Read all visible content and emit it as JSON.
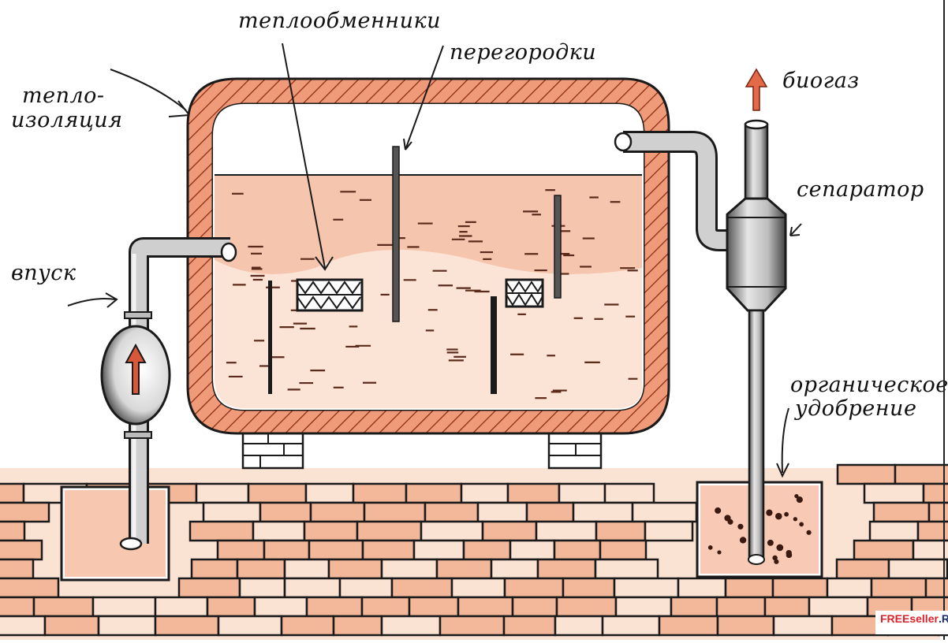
{
  "diagram": {
    "title_hidden": "Схема биогазовой установки",
    "labels": {
      "insulation_line1": "тепло-",
      "insulation_line2": "изоляция",
      "heat_exchangers": "теплообменники",
      "partitions": "перегородки",
      "biogas": "биогаз",
      "separator": "сепаратор",
      "inlet": "впуск",
      "fertilizer_line1": "органическое",
      "fertilizer_line2": "удобрение"
    },
    "watermark": {
      "brand_main": "FREEseller",
      "brand_suffix": ".RU"
    },
    "colors": {
      "brick": "#f3b89a",
      "brick_light": "#fbe3d4",
      "insulation": "#e9805c",
      "liquid": "#f6c3a9",
      "arrow": "#d9583a",
      "ink": "#1a1a1a",
      "pipe": "#d9d9d9"
    }
  }
}
